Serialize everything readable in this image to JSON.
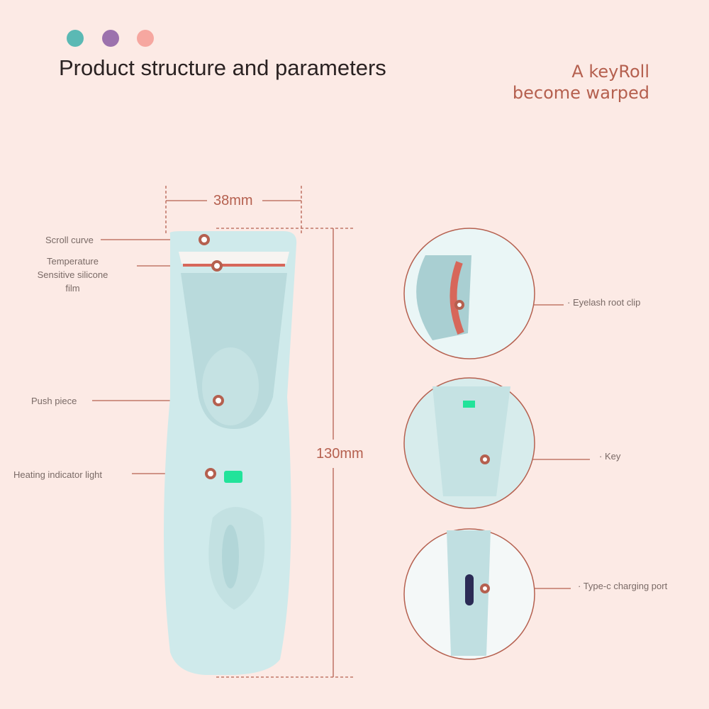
{
  "header": {
    "title": "Product structure and parameters",
    "tagline_line1": "A keyRoll",
    "tagline_line2": "become warped"
  },
  "colors": {
    "dot1": "#5bb9b4",
    "dot2": "#9c72ad",
    "dot3": "#f6a7a0",
    "accent": "#b5604f",
    "device": "#cde9ea"
  },
  "dimensions": {
    "width": "38mm",
    "height": "130mm"
  },
  "labels": {
    "scroll_curve": "Scroll curve",
    "temp_film_1": "Temperature",
    "temp_film_2": "Sensitive silicone",
    "temp_film_3": "film",
    "push_piece": "Push piece",
    "heating_light": "Heating indicator light",
    "eyelash_clip": "· Eyelash root clip",
    "key": "· Key",
    "typec": "· Type-c charging port"
  }
}
